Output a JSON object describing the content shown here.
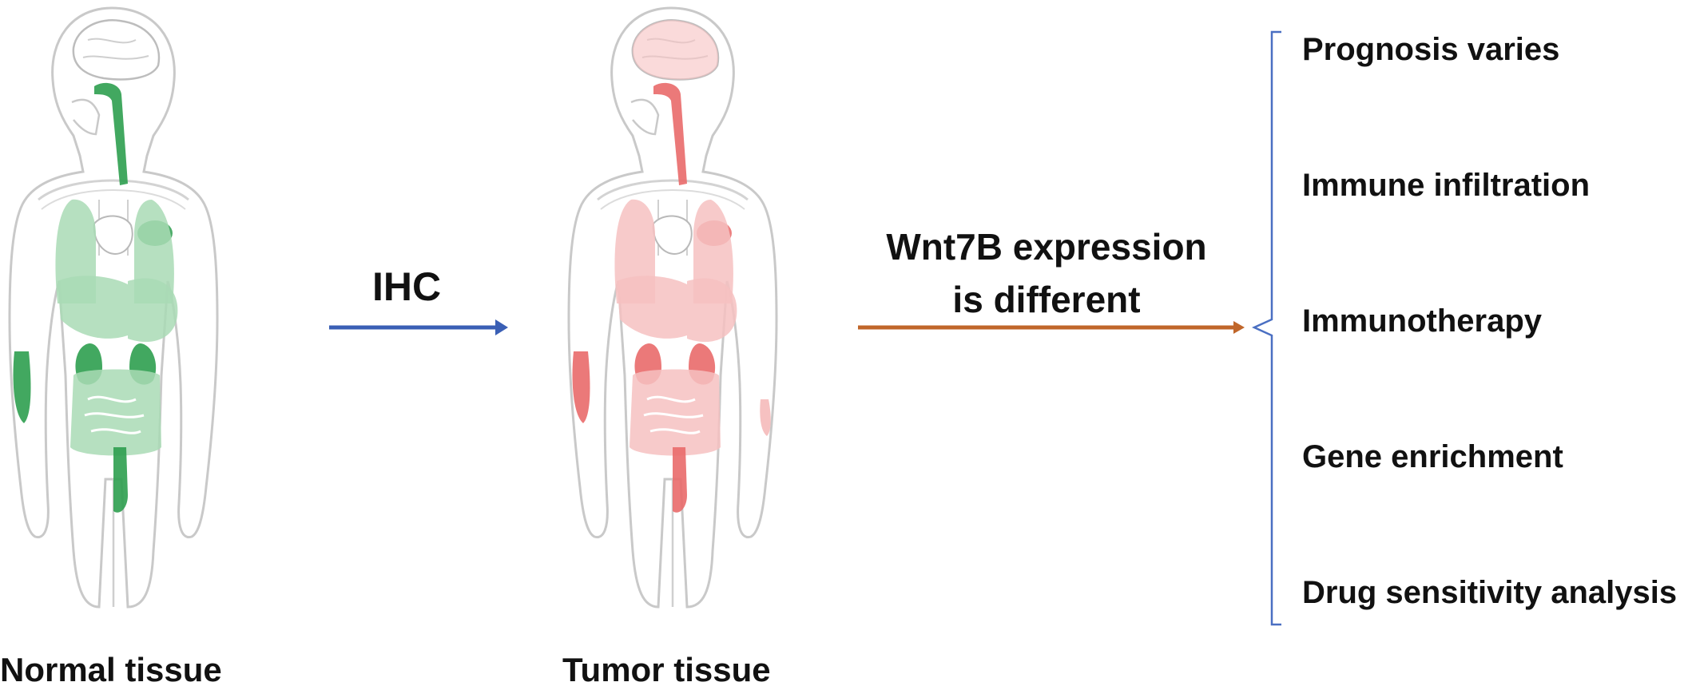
{
  "figures": {
    "normal": {
      "caption": "Normal tissue",
      "organ_fill": "#2e9e4f",
      "organ_fill_light": "#a9dbb5"
    },
    "tumor": {
      "caption": "Tumor tissue",
      "organ_fill": "#e96a6a",
      "organ_fill_light": "#f6c1c1"
    }
  },
  "arrows": {
    "ihc": {
      "label": "IHC",
      "color": "#3a5fb5"
    },
    "expression": {
      "line1": "Wnt7B expression",
      "line2": "is different",
      "color": "#c0662a"
    }
  },
  "bracket_color": "#4a6fc2",
  "outcomes": [
    "Prognosis varies",
    "Immune infiltration",
    "Immunotherapy",
    "Gene enrichment",
    "Drug sensitivity analysis"
  ]
}
